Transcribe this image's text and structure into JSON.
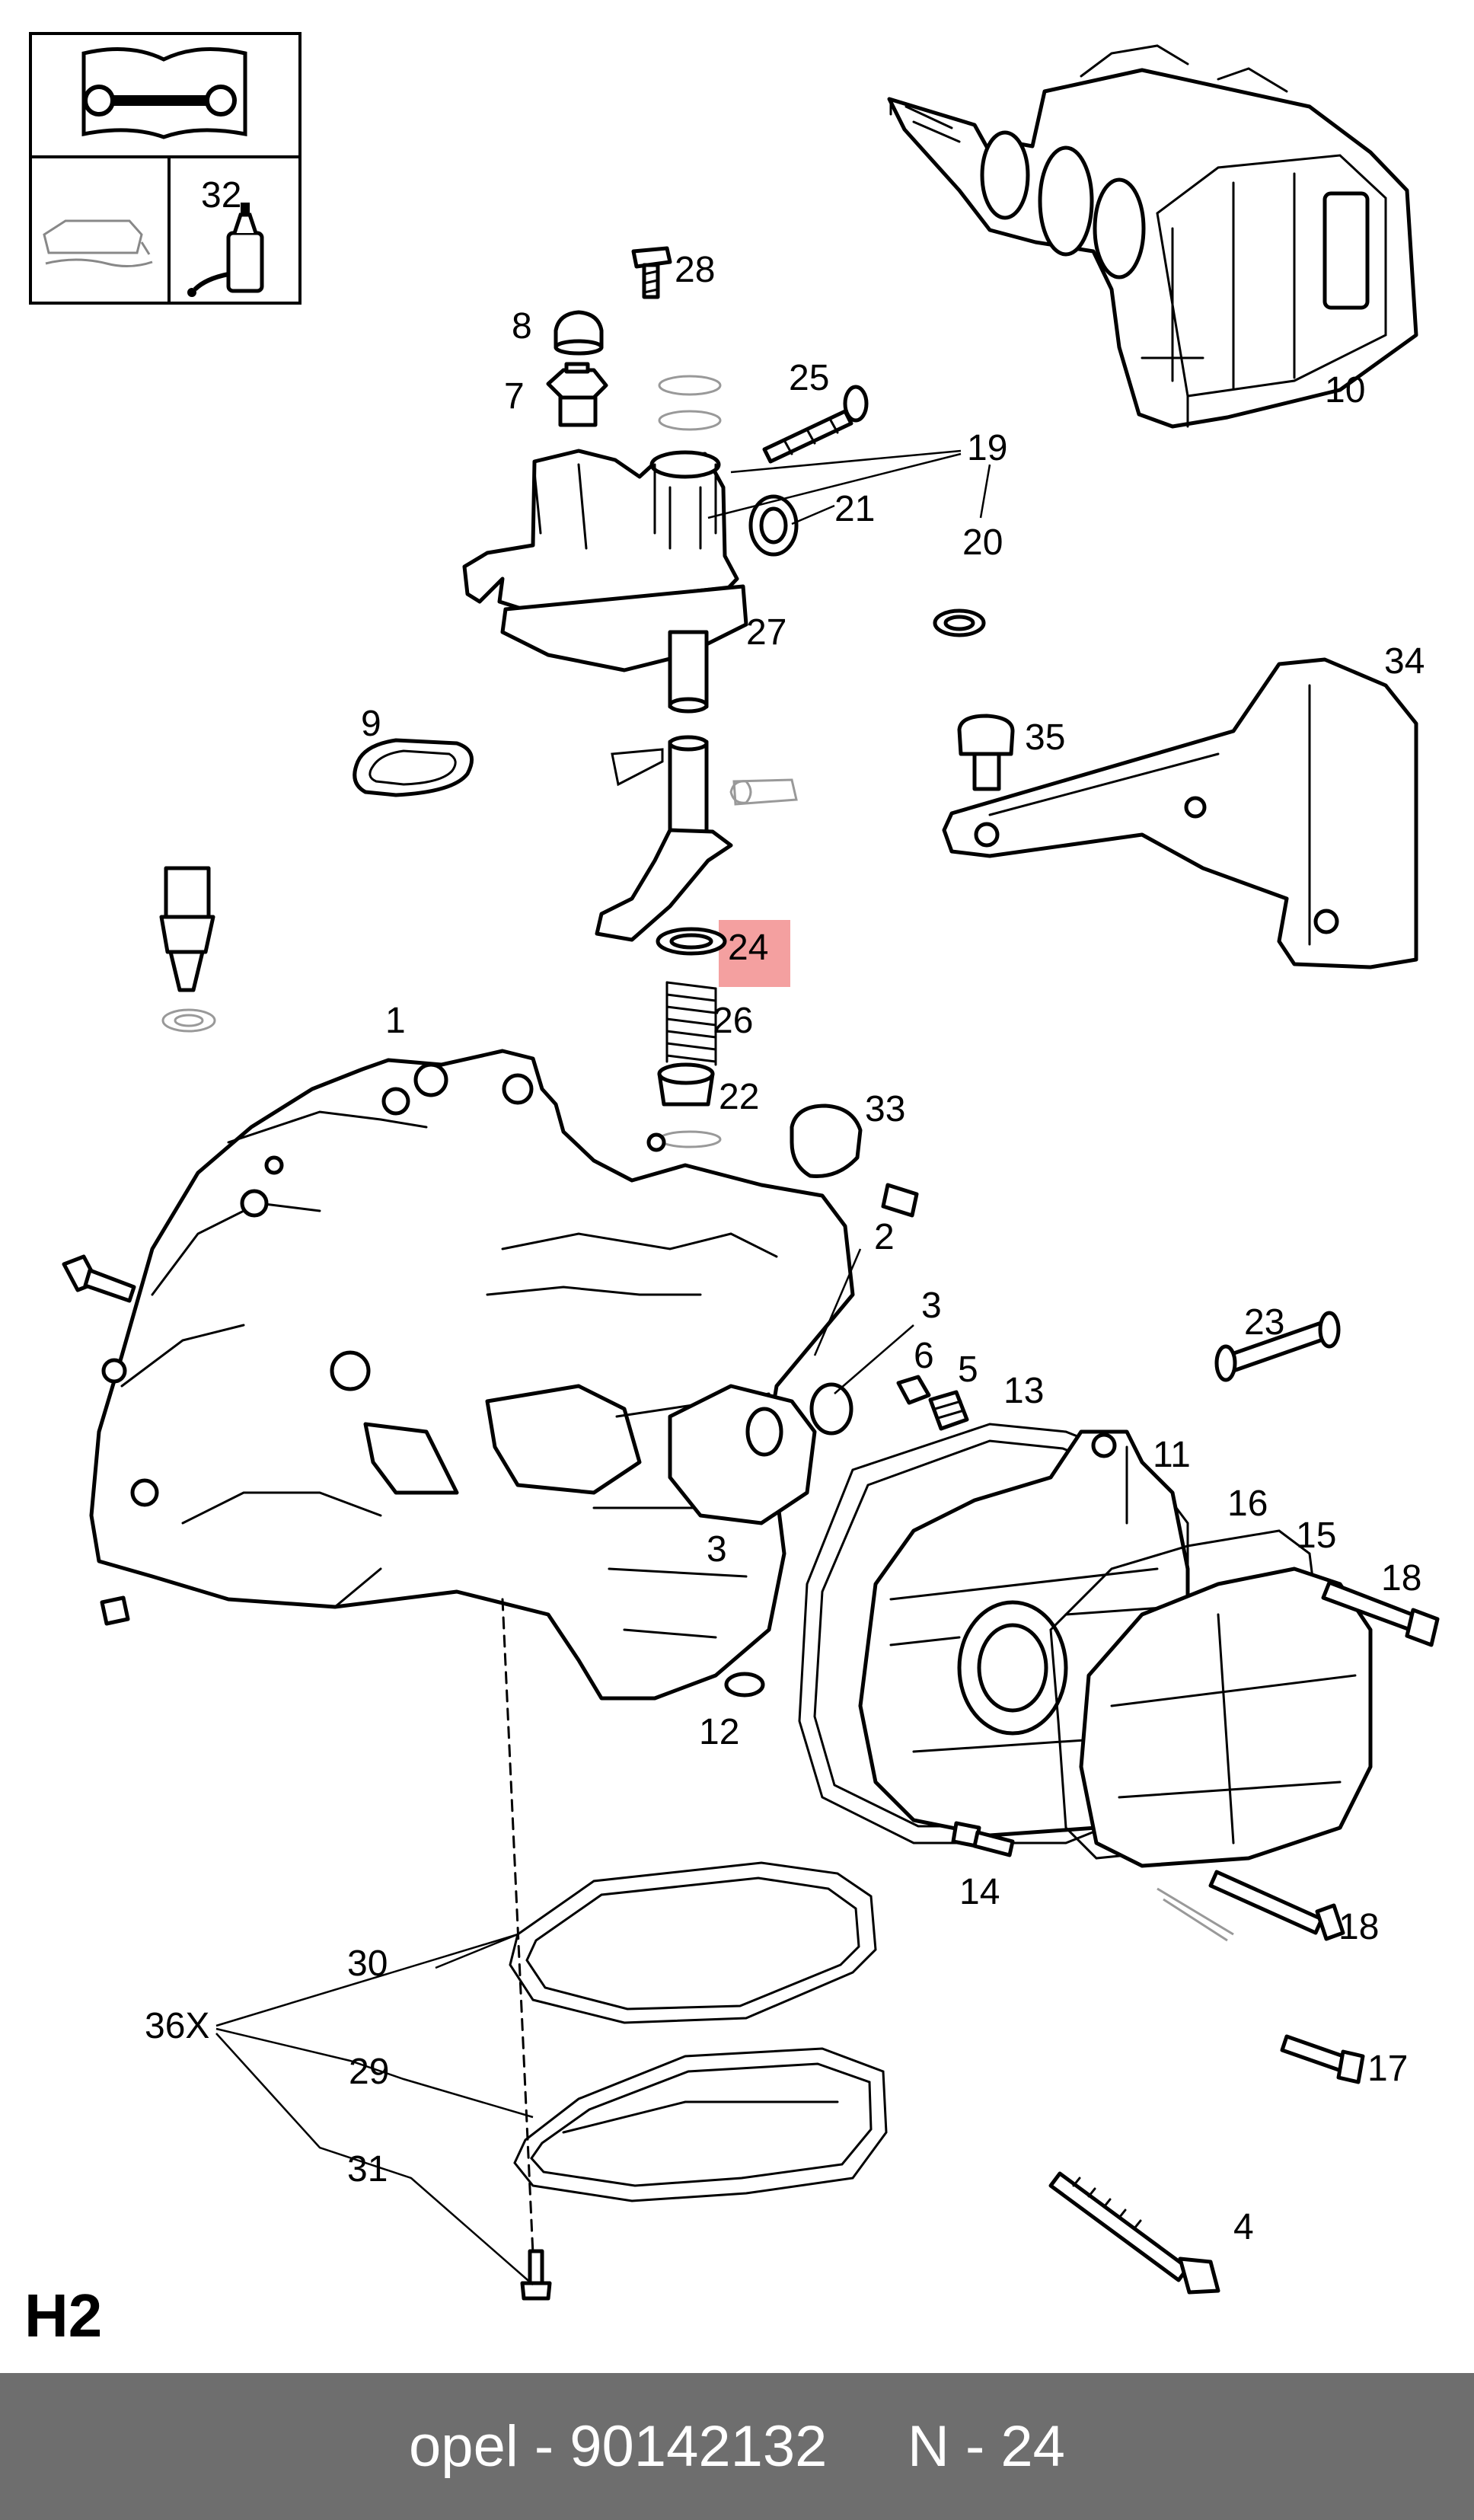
{
  "page_code": "H2",
  "highlight_color": "#f4a0a0",
  "footer": {
    "brand": "opel",
    "part_number": "90142132",
    "position": "N - 24",
    "separator": " - "
  },
  "callouts": {
    "c1": "1",
    "c2": "2",
    "c3a": "3",
    "c3b": "3",
    "c4": "4",
    "c5": "5",
    "c6": "6",
    "c7": "7",
    "c8": "8",
    "c9": "9",
    "c10": "10",
    "c11": "11",
    "c12": "12",
    "c13": "13",
    "c14": "14",
    "c15": "15",
    "c16": "16",
    "c17": "17",
    "c18a": "18",
    "c18b": "18",
    "c19": "19",
    "c20": "20",
    "c21": "21",
    "c22": "22",
    "c23": "23",
    "c24": "24",
    "c25": "25",
    "c26": "26",
    "c27": "27",
    "c28": "28",
    "c29": "29",
    "c30": "30",
    "c31": "31",
    "c32": "32",
    "c33": "33",
    "c34": "34",
    "c35": "35",
    "c36": "36X"
  },
  "legend_box": {
    "top_icon": "manual-wrench-icon",
    "left_icon": "oil-tray-icon",
    "right_icon": "sealant-bottle-icon"
  }
}
